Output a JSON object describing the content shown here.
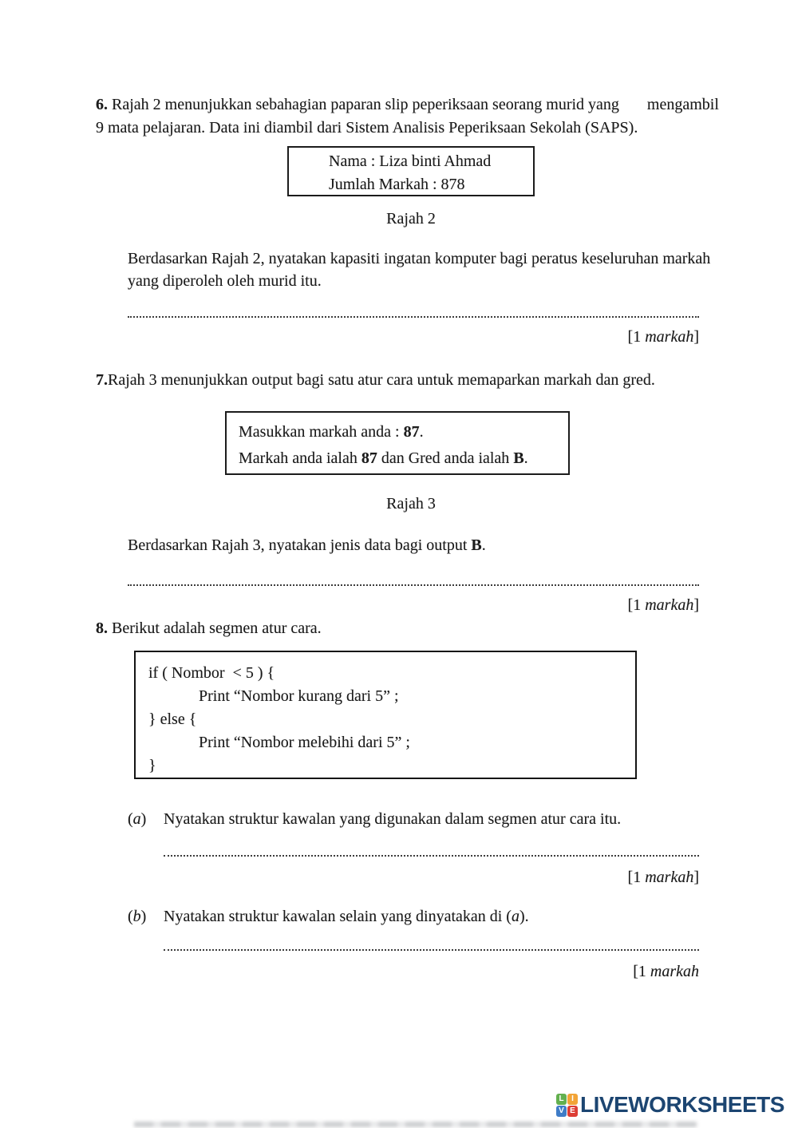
{
  "document": {
    "q6": {
      "number": "6.",
      "line1": " Rajah 2 menunjukkan sebahagian paparan slip peperiksaan seorang murid yang       mengambil",
      "line2": "9 mata pelajaran. Data ini diambil dari Sistem Analisis Peperiksaan Sekolah (SAPS).",
      "box": {
        "line1": "Nama : Liza binti Ahmad",
        "line2": "Jumlah Markah : 878"
      },
      "caption": "Rajah 2",
      "task_line1": "Berdasarkan Rajah 2, nyatakan kapasiti ingatan komputer bagi peratus keseluruhan markah",
      "task_line2": "yang diperoleh oleh murid itu.",
      "marks": {
        "pre": "[1 ",
        "word": "markah",
        "post": "]"
      }
    },
    "q7": {
      "number": "7.",
      "intro": "Rajah 3 menunjukkan output bagi satu atur cara untuk memaparkan markah dan gred.",
      "box": {
        "line1_pre": "Masukkan markah anda : ",
        "line1_bold": "87",
        "line1_post": ".",
        "line2_pre": "Markah anda ialah ",
        "line2_bold1": "87",
        "line2_mid": " dan Gred anda ialah ",
        "line2_bold2": "B",
        "line2_post": "."
      },
      "caption": "Rajah 3",
      "task_pre": "Berdasarkan Rajah 3, nyatakan jenis data bagi output ",
      "task_bold": "B",
      "task_post": ".",
      "marks": {
        "pre": "[1 ",
        "word": "markah",
        "post": "]"
      }
    },
    "q8": {
      "number": "8.",
      "intro": " Berikut adalah segmen atur cara.",
      "code": [
        "if ( Nombor  < 5 ) {",
        "Print “Nombor kurang dari 5” ;",
        "} else {",
        "Print “Nombor melebihi dari 5” ;",
        "}"
      ],
      "part_a": {
        "label_pre": "(",
        "label_italic": "a",
        "label_post": ")",
        "text": "Nyatakan struktur kawalan yang digunakan dalam segmen atur cara itu.",
        "marks": {
          "pre": "[1 ",
          "word": "markah",
          "post": "]"
        }
      },
      "part_b": {
        "label_pre": "(",
        "label_italic": "b",
        "label_post": ")",
        "text_pre": "Nyatakan struktur kawalan selain yang dinyatakan di (",
        "text_italic": "a",
        "text_post": ").",
        "marks": {
          "pre": "[1 ",
          "word": "markah",
          "post": ""
        }
      }
    },
    "footer": {
      "logo_text": "LIVEWORKSHEETS",
      "logo_color": "#1c4571",
      "tiles": [
        {
          "letter": "L",
          "color": "#63b04f"
        },
        {
          "letter": "I",
          "color": "#f2a437"
        },
        {
          "letter": "V",
          "color": "#3f7cc7"
        },
        {
          "letter": "E",
          "color": "#dd3d35"
        }
      ]
    }
  }
}
